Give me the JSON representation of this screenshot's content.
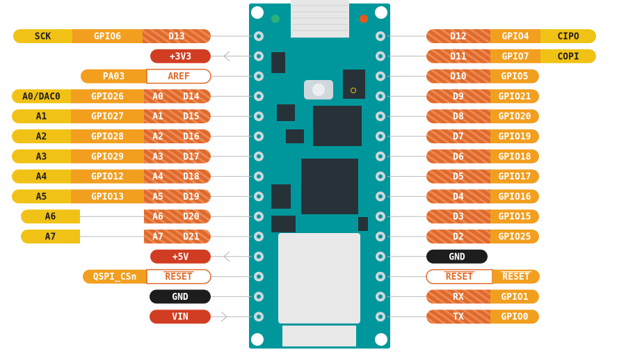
{
  "colors": {
    "analog": "#f1c216",
    "gpio": "#f29e1f",
    "digital": "#e06a2b",
    "power": "#d13d22",
    "gnd": "#1d1d1d",
    "board": "#00979c",
    "outline_fill": "#ffffff",
    "text_dark": "#1d1d1d",
    "text_light": "#ffffff",
    "line": "#b9b9b9"
  },
  "left_pins": [
    {
      "tags": [
        {
          "text": "SCK",
          "type": "analog"
        },
        {
          "text": "GPIO6",
          "type": "gpio"
        },
        {
          "text": "D13",
          "type": "digital"
        }
      ]
    },
    {
      "tags": [
        {
          "text": "+3V3",
          "type": "power"
        }
      ],
      "arrow": "out"
    },
    {
      "tags": [
        {
          "text": "PA03",
          "type": "gpio"
        },
        {
          "text": "AREF",
          "type": "outline"
        }
      ]
    },
    {
      "tags": [
        {
          "text": "A0/DAC0",
          "type": "analog"
        },
        {
          "text": "GPIO26",
          "type": "gpio"
        },
        {
          "text": "A0",
          "type": "digital"
        },
        {
          "text": "D14",
          "type": "digital"
        }
      ]
    },
    {
      "tags": [
        {
          "text": "A1",
          "type": "analog"
        },
        {
          "text": "GPIO27",
          "type": "gpio"
        },
        {
          "text": "A1",
          "type": "digital"
        },
        {
          "text": "D15",
          "type": "digital"
        }
      ]
    },
    {
      "tags": [
        {
          "text": "A2",
          "type": "analog"
        },
        {
          "text": "GPIO28",
          "type": "gpio"
        },
        {
          "text": "A2",
          "type": "digital"
        },
        {
          "text": "D16",
          "type": "digital"
        }
      ]
    },
    {
      "tags": [
        {
          "text": "A3",
          "type": "analog"
        },
        {
          "text": "GPIO29",
          "type": "gpio"
        },
        {
          "text": "A3",
          "type": "digital"
        },
        {
          "text": "D17",
          "type": "digital"
        }
      ]
    },
    {
      "tags": [
        {
          "text": "A4",
          "type": "analog"
        },
        {
          "text": "GPIO12",
          "type": "gpio"
        },
        {
          "text": "A4",
          "type": "digital"
        },
        {
          "text": "D18",
          "type": "digital"
        }
      ]
    },
    {
      "tags": [
        {
          "text": "A5",
          "type": "analog"
        },
        {
          "text": "GPIO13",
          "type": "gpio"
        },
        {
          "text": "A5",
          "type": "digital"
        },
        {
          "text": "D19",
          "type": "digital"
        }
      ]
    },
    {
      "tags": [
        {
          "text": "A6",
          "type": "analog"
        },
        {
          "text": "A6",
          "type": "digital"
        },
        {
          "text": "D20",
          "type": "digital"
        }
      ]
    },
    {
      "tags": [
        {
          "text": "A7",
          "type": "analog"
        },
        {
          "text": "A7",
          "type": "digital"
        },
        {
          "text": "D21",
          "type": "digital"
        }
      ]
    },
    {
      "tags": [
        {
          "text": "+5V",
          "type": "power"
        }
      ],
      "arrow": "out"
    },
    {
      "tags": [
        {
          "text": "QSPI_CSn",
          "type": "gpio"
        },
        {
          "text": "RESET",
          "type": "outline"
        }
      ]
    },
    {
      "tags": [
        {
          "text": "GND",
          "type": "gnd"
        }
      ]
    },
    {
      "tags": [
        {
          "text": "VIN",
          "type": "power"
        }
      ],
      "arrow": "in"
    }
  ],
  "right_pins": [
    {
      "tags": [
        {
          "text": "D12",
          "type": "digital"
        },
        {
          "text": "GPIO4",
          "type": "gpio"
        },
        {
          "text": "CIPO",
          "type": "analog"
        }
      ]
    },
    {
      "tags": [
        {
          "text": "D11",
          "type": "digital"
        },
        {
          "text": "GPIO7",
          "type": "gpio"
        },
        {
          "text": "COPI",
          "type": "analog"
        }
      ]
    },
    {
      "tags": [
        {
          "text": "D10",
          "type": "digital"
        },
        {
          "text": "GPIO5",
          "type": "gpio"
        }
      ]
    },
    {
      "tags": [
        {
          "text": "D9",
          "type": "digital"
        },
        {
          "text": "GPIO21",
          "type": "gpio"
        }
      ]
    },
    {
      "tags": [
        {
          "text": "D8",
          "type": "digital"
        },
        {
          "text": "GPIO20",
          "type": "gpio"
        }
      ]
    },
    {
      "tags": [
        {
          "text": "D7",
          "type": "digital"
        },
        {
          "text": "GPIO19",
          "type": "gpio"
        }
      ]
    },
    {
      "tags": [
        {
          "text": "D6",
          "type": "digital"
        },
        {
          "text": "GPIO18",
          "type": "gpio"
        }
      ]
    },
    {
      "tags": [
        {
          "text": "D5",
          "type": "digital"
        },
        {
          "text": "GPIO17",
          "type": "gpio"
        }
      ]
    },
    {
      "tags": [
        {
          "text": "D4",
          "type": "digital"
        },
        {
          "text": "GPIO16",
          "type": "gpio"
        }
      ]
    },
    {
      "tags": [
        {
          "text": "D3",
          "type": "digital"
        },
        {
          "text": "GPIO15",
          "type": "gpio"
        }
      ]
    },
    {
      "tags": [
        {
          "text": "D2",
          "type": "digital"
        },
        {
          "text": "GPIO25",
          "type": "gpio"
        }
      ]
    },
    {
      "tags": [
        {
          "text": "GND",
          "type": "gnd"
        }
      ]
    },
    {
      "tags": [
        {
          "text": "RESET",
          "type": "outline"
        },
        {
          "text": "RESET",
          "type": "gpio"
        }
      ]
    },
    {
      "tags": [
        {
          "text": "RX",
          "type": "digital"
        },
        {
          "text": "GPIO1",
          "type": "gpio"
        }
      ]
    },
    {
      "tags": [
        {
          "text": "TX",
          "type": "digital"
        },
        {
          "text": "GPIO0",
          "type": "gpio"
        }
      ]
    }
  ]
}
